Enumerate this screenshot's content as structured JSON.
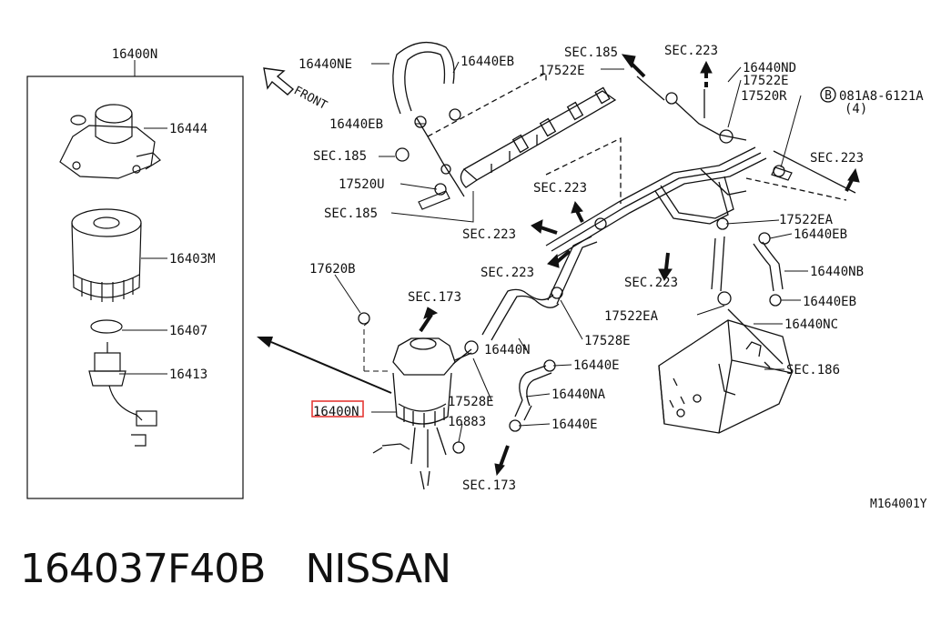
{
  "diagram": {
    "inset_title": "16400N",
    "inset_labels": [
      "16444",
      "16403M",
      "16407",
      "16413"
    ],
    "front_label": "FRONT",
    "labels": {
      "l_16440NE": "16440NE",
      "l_16440EB_top": "16440EB",
      "l_sec185_a": "SEC.185",
      "l_sec223_a": "SEC.223",
      "l_17522E_a": "17522E",
      "l_16440ND": "16440ND",
      "l_17522E_b": "17522E",
      "l_17520R": "17520R",
      "l_081A8": "081A8-6121A",
      "l_081A8_qty": "(4)",
      "l_bolt_b": "B",
      "l_16440EB_left": "16440EB",
      "l_sec185_b": "SEC.185",
      "l_17520U": "17520U",
      "l_sec185_c": "SEC.185",
      "l_sec223_b": "SEC.223",
      "l_sec223_c": "SEC.223",
      "l_sec223_right": "SEC.223",
      "l_17522EA_a": "17522EA",
      "l_16440EB_right": "16440EB",
      "l_sec223_d": "SEC.223",
      "l_sec223_e": "SEC.223",
      "l_16440NB": "16440NB",
      "l_17620B": "17620B",
      "l_sec173_a": "SEC.173",
      "l_16440EB_r2": "16440EB",
      "l_17522EA_b": "17522EA",
      "l_16440NC": "16440NC",
      "l_16440N": "16440N",
      "l_17528E_a": "17528E",
      "l_16440E_a": "16440E",
      "l_sec186": "SEC.186",
      "l_16400N_hl": "16400N",
      "l_17528E_b": "17528E",
      "l_16440NA": "16440NA",
      "l_16883": "16883",
      "l_16440E_b": "16440E",
      "l_sec173_b": "SEC.173",
      "l_code": "M164001Y"
    }
  },
  "footer": {
    "part_number": "164037F40B",
    "brand": "NISSAN"
  },
  "colors": {
    "line": "#111111",
    "highlight": "#e53935"
  }
}
